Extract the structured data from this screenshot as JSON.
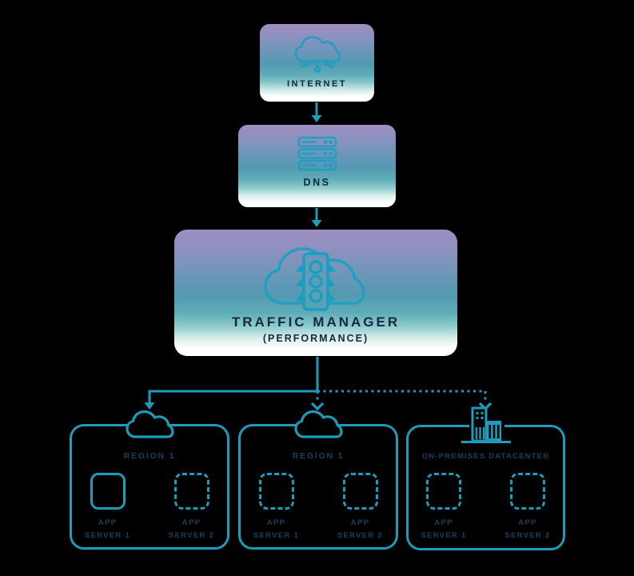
{
  "palette": {
    "line_teal": "#1f9bba",
    "icon_teal": "#1c9ec1",
    "dark_navy_text": "#13293e",
    "outline_label_navy": "#17405c",
    "gradient_top_purple": "#a18dc2",
    "gradient_mid_teal": "#5399b1",
    "gradient_bottom_white": "#ffffff",
    "background": "#000000"
  },
  "nodes": {
    "internet": {
      "label": "INTERNET",
      "icon": "cloud-network-icon"
    },
    "dns": {
      "label": "DNS",
      "icon": "server-stack-icon"
    },
    "traffic_manager": {
      "title": "TRAFFIC MANAGER",
      "subtitle": "(PERFORMANCE)",
      "icon": "cloud-traffic-signal-icon"
    },
    "region_left": {
      "label": "REGION 1",
      "icon": "cloud-icon",
      "servers": [
        {
          "label": "APP SERVER 1",
          "border": "solid"
        },
        {
          "label": "APP SERVER 2",
          "border": "dashed"
        }
      ]
    },
    "region_middle": {
      "label": "REGION 1",
      "icon": "cloud-icon",
      "servers": [
        {
          "label": "APP SERVER 1",
          "border": "dashed"
        },
        {
          "label": "APP SERVER 2",
          "border": "dashed"
        }
      ]
    },
    "onprem": {
      "label": "ON-PREMISES DATACENTER",
      "icon": "datacenter-building-icon",
      "servers": [
        {
          "label": "APP SERVER 1",
          "border": "dashed"
        },
        {
          "label": "APP SERVER 2",
          "border": "dashed"
        }
      ]
    }
  },
  "edges": [
    {
      "from": "internet",
      "to": "dns",
      "style": "solid-arrow"
    },
    {
      "from": "dns",
      "to": "traffic_manager",
      "style": "solid-arrow"
    },
    {
      "from": "traffic_manager",
      "to": "region_left",
      "style": "solid-arrow"
    },
    {
      "from": "traffic_manager",
      "to": "region_middle",
      "style": "dashed-arrow"
    },
    {
      "from": "traffic_manager",
      "to": "onprem",
      "style": "dashed-arrow"
    }
  ]
}
